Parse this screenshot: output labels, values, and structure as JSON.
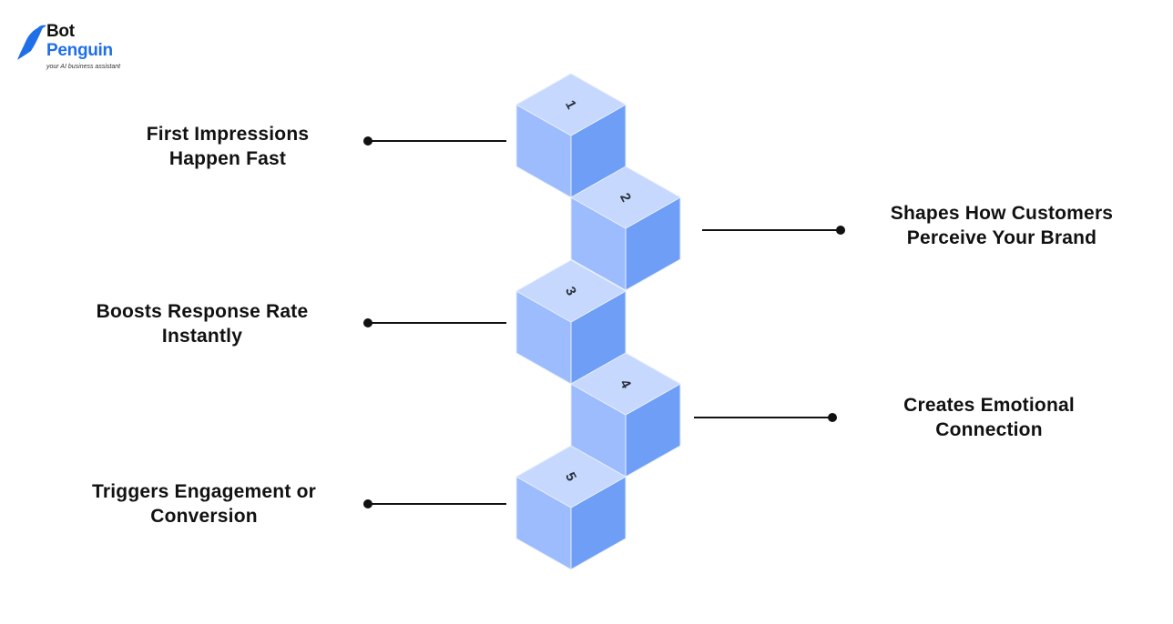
{
  "logo": {
    "line1": "Bot",
    "line2": "Penguin",
    "tagline": "your AI business assistant",
    "colors": {
      "primary": "#1f6fe8",
      "text": "#111111"
    }
  },
  "steps": [
    {
      "number": "1",
      "label_line1": "First Impressions",
      "label_line2": "Happen Fast",
      "side": "left"
    },
    {
      "number": "2",
      "label_line1": "Shapes How Customers",
      "label_line2": "Perceive Your Brand",
      "side": "right"
    },
    {
      "number": "3",
      "label_line1": "Boosts Response Rate",
      "label_line2": "Instantly",
      "side": "left"
    },
    {
      "number": "4",
      "label_line1": "Creates Emotional",
      "label_line2": "Connection",
      "side": "right"
    },
    {
      "number": "5",
      "label_line1": "Triggers Engagement or",
      "label_line2": "Conversion",
      "side": "left"
    }
  ],
  "colors": {
    "cube_top": "#c6d8fd",
    "cube_left": "#9dbcfd",
    "cube_right": "#6f9ef7",
    "cube_edge": "#e6eefe",
    "connector": "#111111"
  }
}
